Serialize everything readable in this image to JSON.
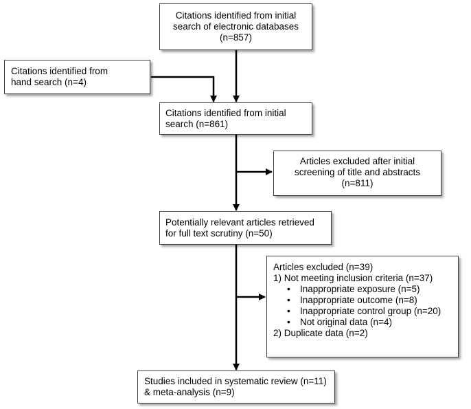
{
  "boxes": {
    "database_search": [
      "Citations identified from initial",
      "search of electronic databases",
      "(n=857)"
    ],
    "hand_search": [
      "Citations identified from",
      "hand search (n=4)"
    ],
    "initial_search": [
      "Citations identified from initial",
      "search (n=861)"
    ],
    "excluded_screening": [
      "Articles excluded after initial",
      "screening of title and abstracts",
      "(n=811)"
    ],
    "full_text": [
      "Potentially relevant articles retrieved",
      "for full text scrutiny (n=50)"
    ],
    "excluded_full_text": {
      "title": "Articles excluded (n=39)",
      "reason1": "1) Not meeting inclusion criteria (n=37)",
      "sub_reasons": [
        "Inappropriate exposure (n=5)",
        "Inappropriate outcome (n=8)",
        "Inappropriate control group (n=20)",
        "Not original data (n=4)"
      ],
      "reason2": "2) Duplicate data (n=2)"
    },
    "included": [
      "Studies included in systematic review (n=11)",
      "& meta-analysis (n=9)"
    ]
  }
}
